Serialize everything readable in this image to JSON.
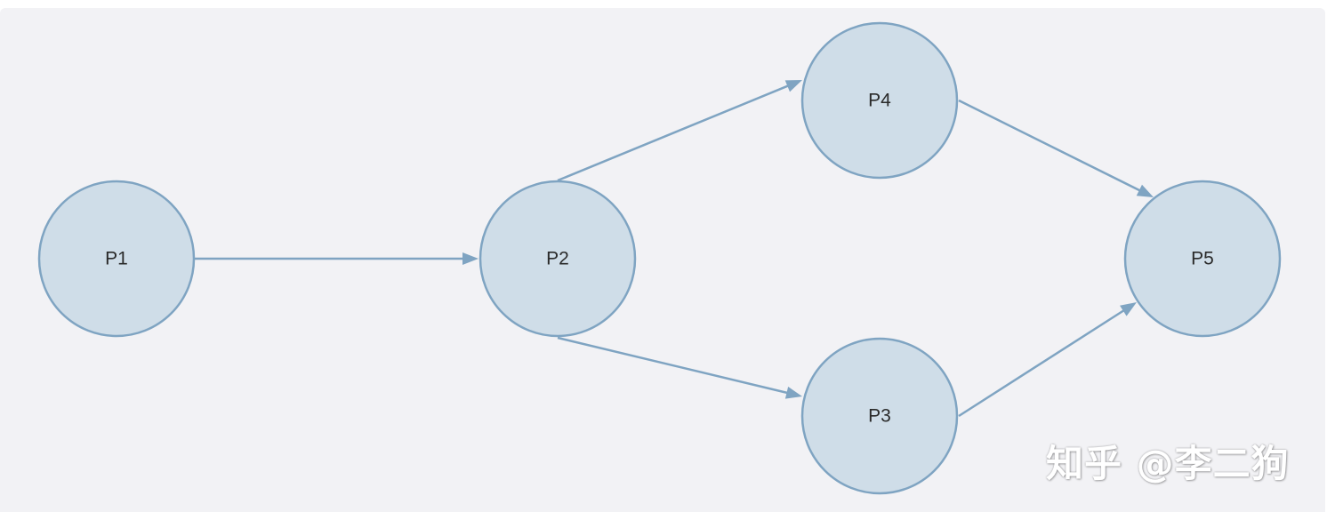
{
  "diagram": {
    "nodes": [
      {
        "id": "P1",
        "label": "P1"
      },
      {
        "id": "P2",
        "label": "P2"
      },
      {
        "id": "P3",
        "label": "P3"
      },
      {
        "id": "P4",
        "label": "P4"
      },
      {
        "id": "P5",
        "label": "P5"
      }
    ],
    "edges": [
      {
        "from": "P1",
        "to": "P2"
      },
      {
        "from": "P2",
        "to": "P4"
      },
      {
        "from": "P2",
        "to": "P3"
      },
      {
        "from": "P4",
        "to": "P5"
      },
      {
        "from": "P3",
        "to": "P5"
      }
    ],
    "colors": {
      "node_fill": "#cfdde8",
      "node_stroke": "#7fa4c2",
      "edge": "#7fa4c2",
      "background": "#f2f2f5"
    }
  },
  "watermark": "知乎 @李二狗"
}
